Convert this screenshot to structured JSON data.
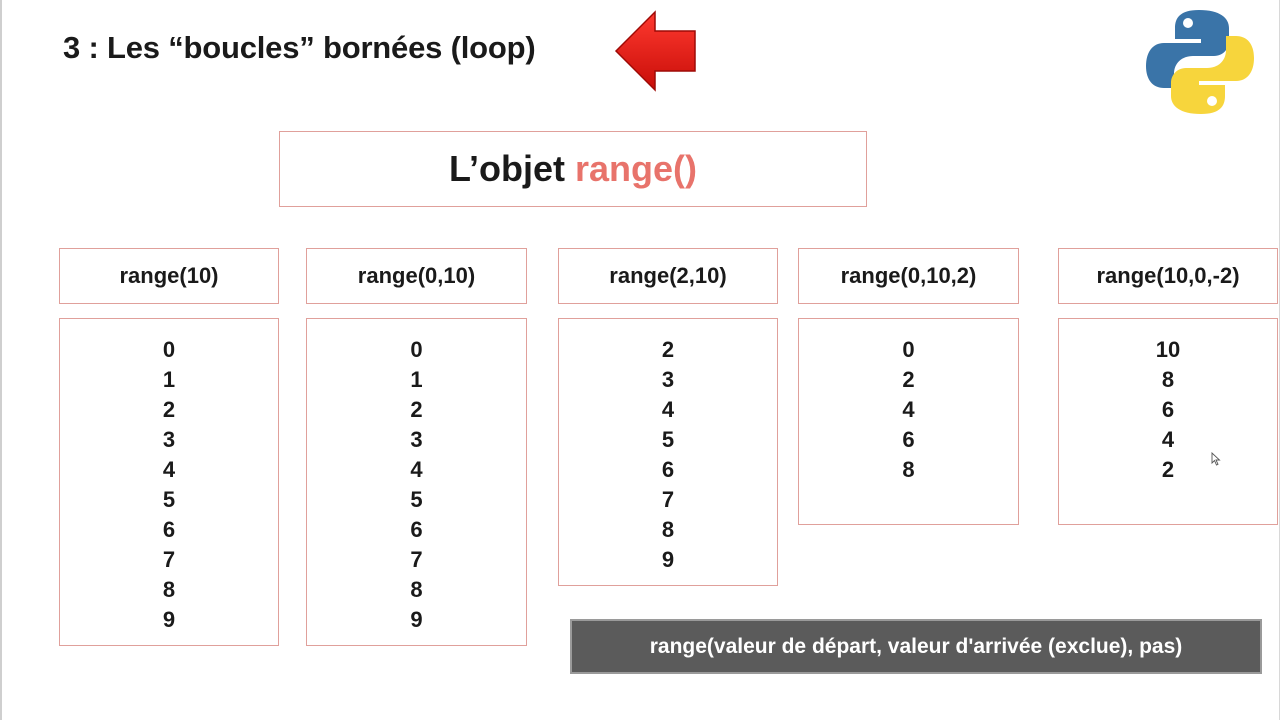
{
  "heading": "3 : Les “boucles” bornées (loop)",
  "title": {
    "prefix": "L’objet",
    "highlight": "range()"
  },
  "columns": [
    {
      "header": "range(10)",
      "values": [
        "0",
        "1",
        "2",
        "3",
        "4",
        "5",
        "6",
        "7",
        "8",
        "9"
      ]
    },
    {
      "header": "range(0,10)",
      "values": [
        "0",
        "1",
        "2",
        "3",
        "4",
        "5",
        "6",
        "7",
        "8",
        "9"
      ]
    },
    {
      "header": "range(2,10)",
      "values": [
        "2",
        "3",
        "4",
        "5",
        "6",
        "7",
        "8",
        "9"
      ]
    },
    {
      "header": "range(0,10,2)",
      "values": [
        "0",
        "2",
        "4",
        "6",
        "8"
      ]
    },
    {
      "header": "range(10,0,-2)",
      "values": [
        "10",
        "8",
        "6",
        "4",
        "2"
      ]
    }
  ],
  "syntax_note": "range(valeur de départ, valeur d'arrivée (exclue), pas)",
  "colors": {
    "accent": "#e8736b",
    "border": "#e0a09b",
    "arrow": "#e2150f",
    "syntax_bar": "#5b5b5b",
    "python_blue": "#3a74a8",
    "python_yellow": "#f7d53c"
  },
  "icons": {
    "arrow": "red-left-arrow-icon",
    "logo": "python-logo-icon",
    "cursor": "mouse-pointer-icon"
  }
}
